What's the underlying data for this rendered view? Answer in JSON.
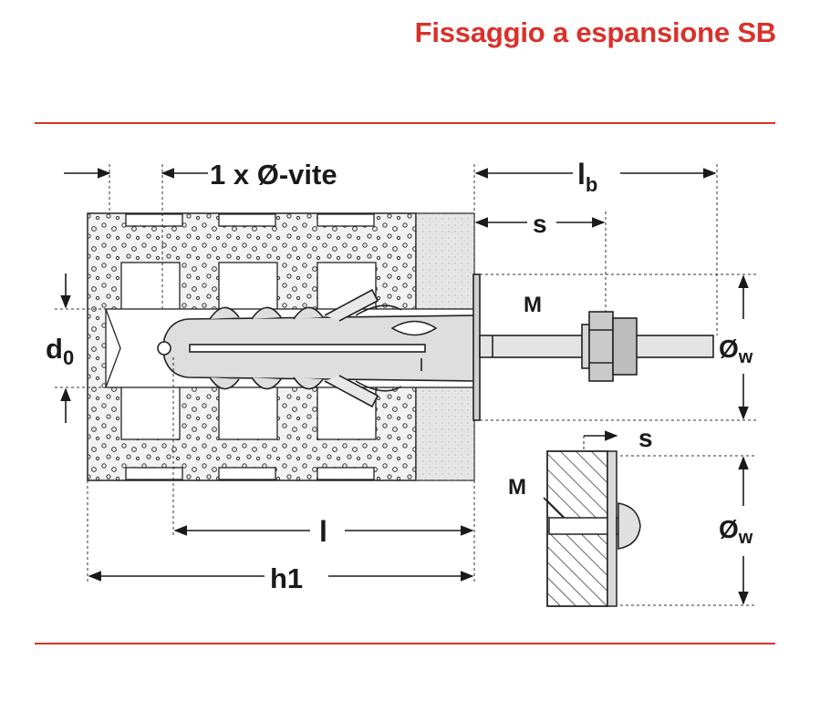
{
  "title": "Fissaggio a espansione SB",
  "colors": {
    "accent": "#d9312b",
    "ink": "#1a1a1a",
    "fill": "#f2f2f2"
  },
  "labels": {
    "screw_depth": "1 x Ø-vite",
    "lb_main": "l",
    "lb_sub": "b",
    "s_top": "s",
    "M_top": "M",
    "d0_main": "d",
    "d0_sub": "0",
    "ow_top_main": "Ø",
    "ow_top_sub": "w",
    "l": "l",
    "h1": "h1",
    "s_bottom": "s",
    "M_bottom": "M",
    "ow_bottom_main": "Ø",
    "ow_bottom_sub": "w"
  }
}
